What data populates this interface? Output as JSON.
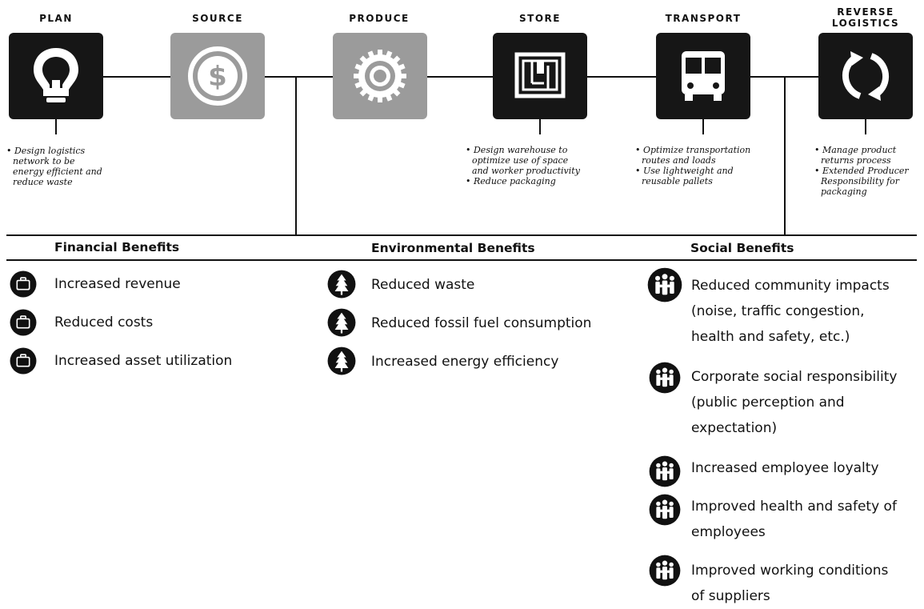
{
  "stages": [
    {
      "title": "PLAN",
      "icon": "lightbulb-icon",
      "style": "dark"
    },
    {
      "title": "SOURCE",
      "icon": "dollar-icon",
      "style": "grey"
    },
    {
      "title": "PRODUCE",
      "icon": "gear-icon",
      "style": "grey"
    },
    {
      "title": "STORE",
      "icon": "warehouse-icon",
      "style": "dark"
    },
    {
      "title": "TRANSPORT",
      "icon": "bus-icon",
      "style": "dark"
    },
    {
      "title_line1": "REVERSE",
      "title_line2": "LOGISTICS",
      "icon": "recycle-arrows-icon",
      "style": "dark"
    }
  ],
  "notes": {
    "plan": [
      "• Design logistics",
      "network to be",
      "energy efficient and",
      "reduce waste"
    ],
    "store": [
      "• Design warehouse to",
      "optimize use of space",
      "and worker productivity",
      "• Reduce packaging"
    ],
    "transport": [
      "• Optimize transportation",
      "routes and loads",
      "• Use lightweight and",
      "reusable pallets"
    ],
    "reverse": [
      "• Manage product",
      "returns process",
      "• Extended Producer",
      "Responsibility for",
      "packaging"
    ]
  },
  "columns": {
    "financial": {
      "heading": "Financial Benefits",
      "icon": "briefcase-icon",
      "items": [
        "Increased revenue",
        "Reduced costs",
        "Increased asset utilization"
      ]
    },
    "environmental": {
      "heading": "Environmental Benefits",
      "icon": "tree-icon",
      "items": [
        "Reduced waste",
        "Reduced fossil fuel consumption",
        "Increased energy efficiency"
      ]
    },
    "social": {
      "heading": "Social Benefits",
      "icon": "people-icon",
      "items": [
        {
          "lines": [
            "Reduced community impacts",
            "(noise, traffic congestion,",
            "health and safety, etc.)"
          ]
        },
        {
          "lines": [
            "Corporate social responsibility",
            "(public perception and",
            "expectation)"
          ]
        },
        {
          "lines": [
            "Increased employee loyalty"
          ]
        },
        {
          "lines": [
            "Improved health and safety of",
            "employees"
          ]
        },
        {
          "lines": [
            "Improved working conditions",
            "of suppliers"
          ]
        }
      ]
    }
  },
  "colors": {
    "dark_box": "#161616",
    "grey_box": "#9b9b9b",
    "line": "#111111"
  }
}
